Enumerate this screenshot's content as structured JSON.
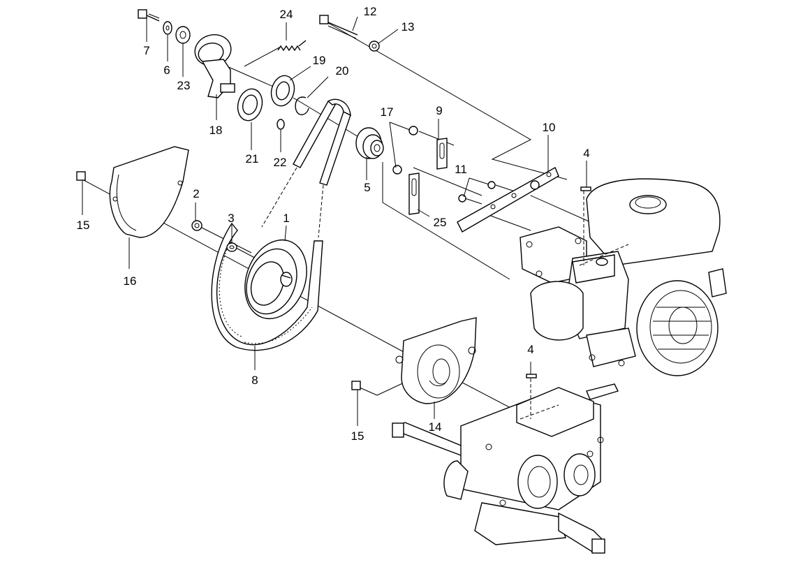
{
  "diagram": {
    "callouts": [
      {
        "id": "c1",
        "label": "1"
      },
      {
        "id": "c2",
        "label": "2"
      },
      {
        "id": "c3",
        "label": "3"
      },
      {
        "id": "c4a",
        "label": "4"
      },
      {
        "id": "c4b",
        "label": "4"
      },
      {
        "id": "c5",
        "label": "5"
      },
      {
        "id": "c6",
        "label": "6"
      },
      {
        "id": "c7",
        "label": "7"
      },
      {
        "id": "c8",
        "label": "8"
      },
      {
        "id": "c9",
        "label": "9"
      },
      {
        "id": "c10",
        "label": "10"
      },
      {
        "id": "c11",
        "label": "11"
      },
      {
        "id": "c12",
        "label": "12"
      },
      {
        "id": "c13",
        "label": "13"
      },
      {
        "id": "c14",
        "label": "14"
      },
      {
        "id": "c15a",
        "label": "15"
      },
      {
        "id": "c15b",
        "label": "15"
      },
      {
        "id": "c16",
        "label": "16"
      },
      {
        "id": "c17",
        "label": "17"
      },
      {
        "id": "c18",
        "label": "18"
      },
      {
        "id": "c19",
        "label": "19"
      },
      {
        "id": "c20",
        "label": "20"
      },
      {
        "id": "c21",
        "label": "21"
      },
      {
        "id": "c22",
        "label": "22"
      },
      {
        "id": "c23",
        "label": "23"
      },
      {
        "id": "c24",
        "label": "24"
      },
      {
        "id": "c25",
        "label": "25"
      }
    ]
  }
}
